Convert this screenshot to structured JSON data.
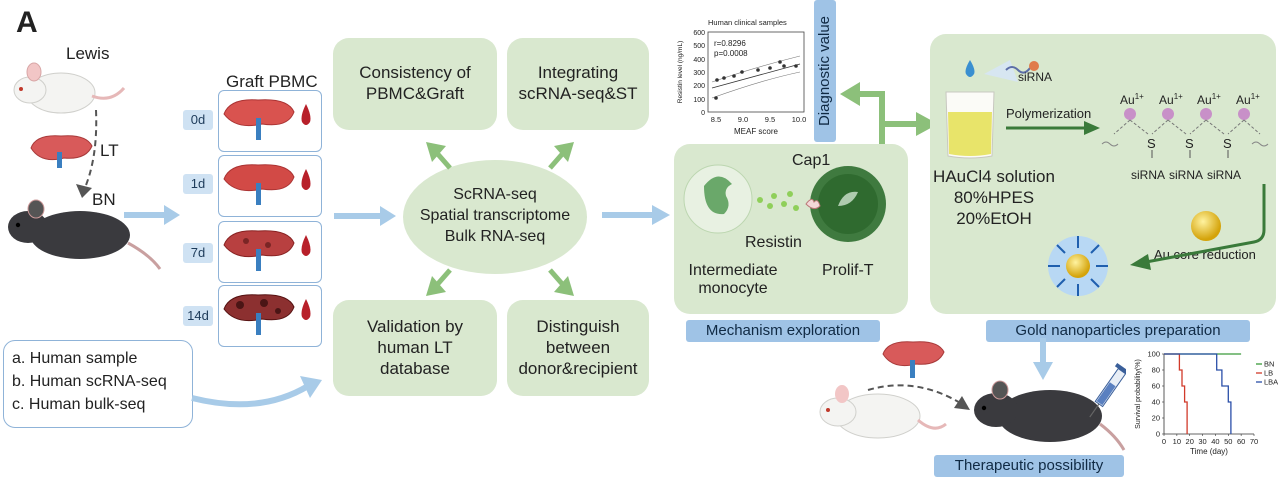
{
  "panel_letter": "A",
  "donor_rat": "Lewis",
  "transplant_label": "LT",
  "recipient_mouse": "BN",
  "graft_title": "Graft PBMC",
  "timepoints": [
    "0d",
    "1d",
    "7d",
    "14d"
  ],
  "human_sources": [
    "a. Human sample",
    "b. Human scRNA-seq",
    "c. Human bulk-seq"
  ],
  "center_methods": [
    "ScRNA-seq",
    "Spatial transcriptome",
    "Bulk RNA-seq"
  ],
  "analyses": {
    "consistency": [
      "Consistency of",
      "PBMC&Graft"
    ],
    "integrating": [
      "Integrating",
      "scRNA-seq&ST"
    ],
    "validation": [
      "Validation by",
      "human LT",
      "database"
    ],
    "distinguish": [
      "Distinguish",
      "between",
      "donor&recipient"
    ]
  },
  "mechanism": {
    "cap1": "Cap1",
    "resistin": "Resistin",
    "monocyte": [
      "Intermediate",
      "monocyte"
    ],
    "prolif": "Prolif-T",
    "label": "Mechanism exploration"
  },
  "diagnostic_label": "Diagnostic value",
  "clinical_chart": {
    "title": "Human clinical samples",
    "r_text": "r=0.8296",
    "p_text": "p=0.0008",
    "xlabel": "MEAF score",
    "ylabel": "Resistin level (ng/mL)",
    "yticks": [
      "600",
      "500",
      "400",
      "300",
      "200",
      "100",
      "0"
    ],
    "xticks": [
      "8.5",
      "9.0",
      "9.5",
      "10.0"
    ]
  },
  "gold": {
    "sirna": "siRNA",
    "solution": [
      "HAuCl4 solution",
      "80%HPES",
      "20%EtOH"
    ],
    "polymerization": "Polymerization",
    "au": "Au",
    "charge": "1+",
    "s_label": "S",
    "core": "Au core reduction",
    "label": "Gold nanoparticles preparation"
  },
  "therapeutic_label": "Therapeutic possibility",
  "chart_data": {
    "type": "line",
    "xlabel": "Time (day)",
    "ylabel": "Survival probability(%)",
    "xlim": [
      0,
      70
    ],
    "ylim": [
      0,
      100
    ],
    "xticks": [
      "0",
      "10",
      "20",
      "30",
      "40",
      "50",
      "60",
      "70"
    ],
    "yticks": [
      "100",
      "80",
      "60",
      "40",
      "20",
      "0"
    ],
    "series": [
      {
        "name": "BN",
        "color": "#3a9a3a",
        "steps": [
          [
            0,
            100
          ],
          [
            60,
            100
          ]
        ]
      },
      {
        "name": "LB",
        "color": "#d13a2a",
        "steps": [
          [
            0,
            100
          ],
          [
            12,
            100
          ],
          [
            12,
            80
          ],
          [
            14,
            80
          ],
          [
            14,
            60
          ],
          [
            16,
            60
          ],
          [
            16,
            40
          ],
          [
            18,
            40
          ],
          [
            18,
            0
          ]
        ]
      },
      {
        "name": "LBAu",
        "color": "#2a4fa8",
        "steps": [
          [
            0,
            100
          ],
          [
            41,
            100
          ],
          [
            41,
            80
          ],
          [
            45,
            80
          ],
          [
            45,
            60
          ],
          [
            50,
            60
          ],
          [
            50,
            40
          ],
          [
            52,
            40
          ],
          [
            52,
            0
          ]
        ]
      }
    ]
  }
}
